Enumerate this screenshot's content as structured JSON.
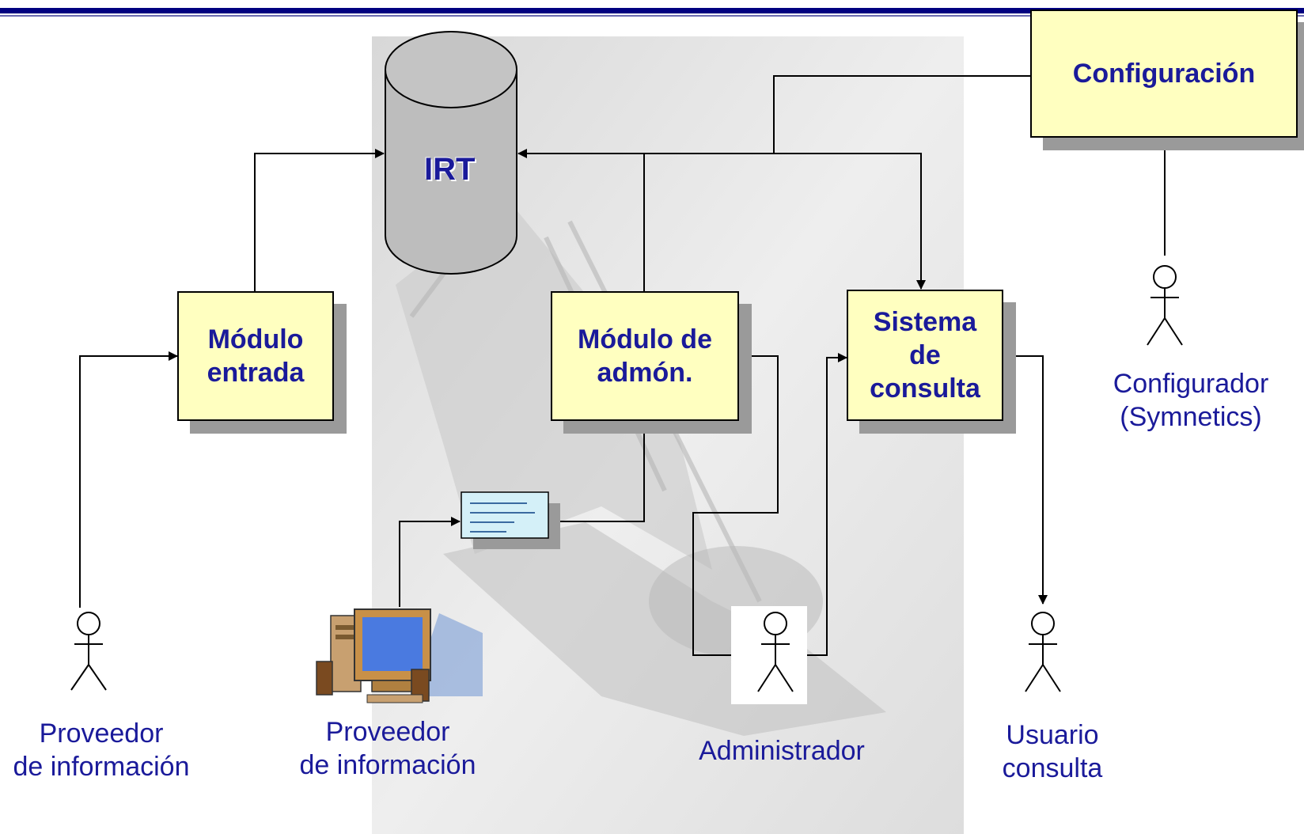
{
  "database": {
    "label": "IRT"
  },
  "boxes": {
    "configuracion": {
      "line1": "Configuración"
    },
    "modulo_entrada": {
      "line1": "Módulo",
      "line2": "entrada"
    },
    "modulo_admon": {
      "line1": "Módulo de",
      "line2": "admón."
    },
    "sistema_consulta": {
      "line1": "Sistema",
      "line2": "de",
      "line3": "consulta"
    }
  },
  "actors": {
    "proveedor_1": {
      "line1": "Proveedor",
      "line2": "de información"
    },
    "proveedor_2": {
      "line1": "Proveedor",
      "line2": "de información"
    },
    "administrador": {
      "line1": "Administrador"
    },
    "usuario": {
      "line1": "Usuario",
      "line2": "consulta"
    },
    "configurador": {
      "line1": "Configurador",
      "line2": "(Symnetics)"
    }
  },
  "colors": {
    "box_fill": "#ffffc0",
    "text": "#1a1a9a",
    "header_rule": "#000080",
    "database_fill": "#bdbdbd",
    "document_fill": "#d4f0f8"
  }
}
